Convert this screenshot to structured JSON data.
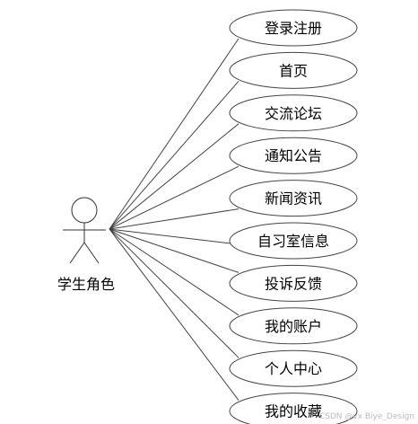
{
  "actor": {
    "label": "学生角色",
    "icon": "stick-figure-icon"
  },
  "use_cases": [
    "登录注册",
    "首页",
    "交流论坛",
    "通知公告",
    "新闻资讯",
    "自习室信息",
    "投诉反馈",
    "我的账户",
    "个人中心",
    "我的收藏"
  ],
  "watermark": "CSDN @vx Biye_Design",
  "colors": {
    "line": "#444444",
    "fill": "#ffffff",
    "text": "#000000"
  }
}
